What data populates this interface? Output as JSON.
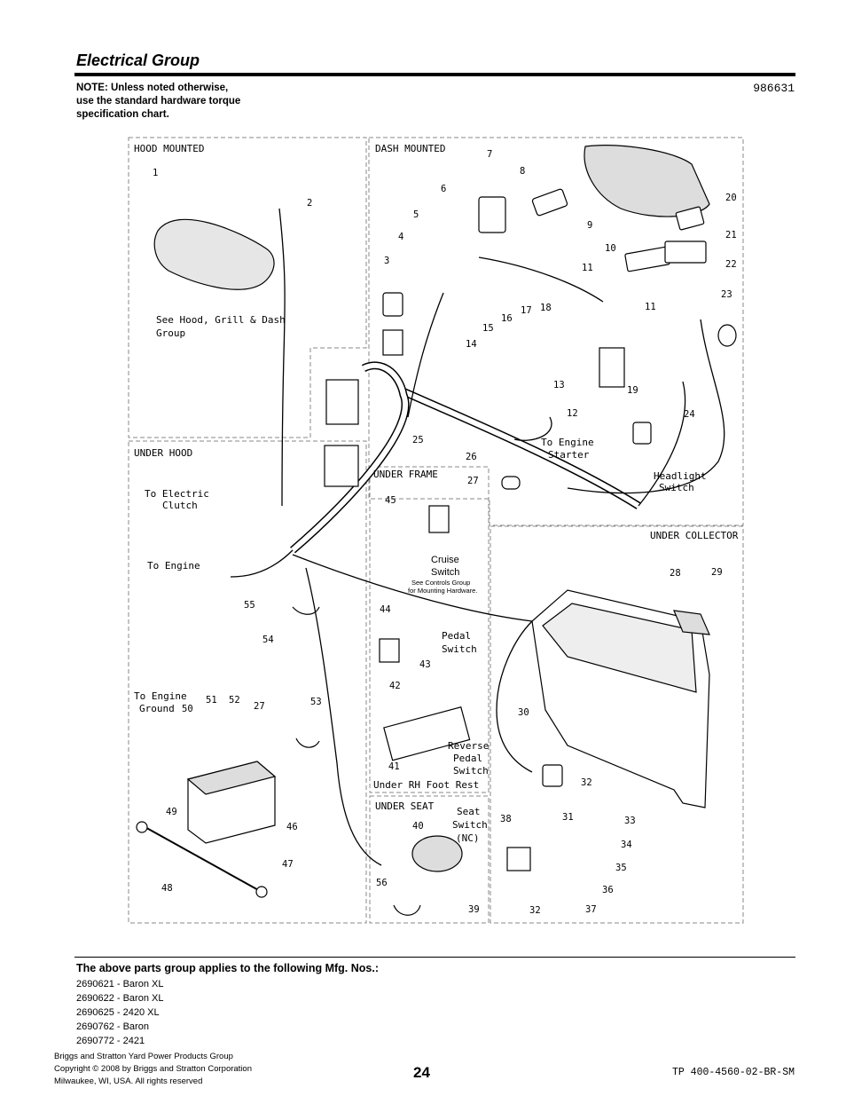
{
  "header": {
    "title": "Electrical Group",
    "note": "NOTE: Unless noted otherwise,\nuse the standard hardware torque\nspecification chart.",
    "ref_number": "986631"
  },
  "sections": {
    "hood_mounted": "HOOD MOUNTED",
    "dash_mounted": "DASH MOUNTED",
    "under_hood": "UNDER HOOD",
    "under_frame": "UNDER FRAME",
    "under_collector": "UNDER COLLECTOR",
    "under_seat": "UNDER SEAT",
    "under_rh_foot_rest": "Under RH Foot Rest"
  },
  "callouts": {
    "see_hood_1": "See Hood, Grill & Dash",
    "see_hood_2": "Group",
    "to_electric_1": "To Electric",
    "to_electric_2": "Clutch",
    "to_engine": "To Engine",
    "to_engine_starter_1": "To Engine",
    "to_engine_starter_2": "Starter",
    "headlight_1": "Headlight",
    "headlight_2": "Switch",
    "cruise_1": "Cruise",
    "cruise_2": "Switch",
    "cruise_note_1": "See Controls Group",
    "cruise_note_2": "for Mounting Hardware.",
    "pedal_1": "Pedal",
    "pedal_2": "Switch",
    "reverse_1": "Reverse",
    "reverse_2": "Pedal",
    "reverse_3": "Switch",
    "to_engine_ground_1": "To Engine",
    "to_engine_ground_2": "Ground",
    "seat_1": "Seat",
    "seat_2": "Switch",
    "seat_3": "(NC)"
  },
  "part_numbers": [
    "1",
    "2",
    "3",
    "4",
    "5",
    "6",
    "7",
    "8",
    "9",
    "10",
    "11",
    "11",
    "12",
    "13",
    "14",
    "15",
    "16",
    "17",
    "18",
    "19",
    "20",
    "21",
    "22",
    "23",
    "24",
    "25",
    "26",
    "27",
    "27",
    "28",
    "29",
    "30",
    "31",
    "32",
    "32",
    "33",
    "34",
    "35",
    "36",
    "37",
    "38",
    "39",
    "40",
    "41",
    "42",
    "43",
    "44",
    "45",
    "46",
    "47",
    "48",
    "49",
    "50",
    "51",
    "52",
    "53",
    "54",
    "55",
    "56"
  ],
  "applies_to": {
    "title": "The above parts group applies to the following Mfg. Nos.:",
    "models": [
      "2690621 - Baron XL",
      "2690622 - Baron XL",
      "2690625 - 2420 XL",
      "2690762 - Baron",
      "2690772 - 2421"
    ]
  },
  "footer": {
    "company": "Briggs and Stratton Yard Power Products Group\nCopyright ©  2008 by Briggs and Stratton Corporation\nMilwaukee, WI, USA. All rights reserved",
    "page_number": "24",
    "doc_id": "TP 400-4560-02-BR-SM"
  }
}
